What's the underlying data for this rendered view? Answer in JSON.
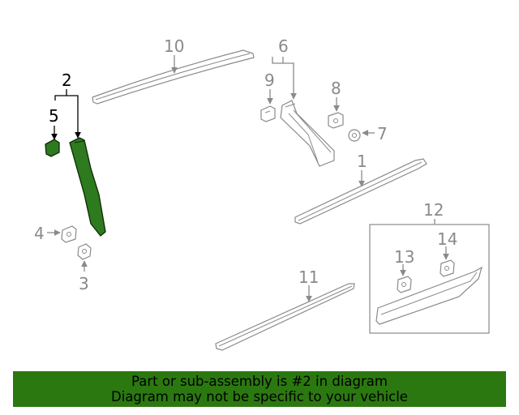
{
  "diagram": {
    "highlighted_part": "2",
    "callouts": [
      "1",
      "2",
      "3",
      "4",
      "5",
      "6",
      "7",
      "8",
      "9",
      "10",
      "11",
      "12",
      "13",
      "14"
    ],
    "colors": {
      "highlight_fill": "#2e7a1e",
      "line_gray": "#8a8a8a",
      "banner_bg": "#2b7810"
    }
  },
  "banner": {
    "line1": "Part or sub-assembly is #2 in diagram",
    "line2": "Diagram may not be specific to your vehicle"
  }
}
